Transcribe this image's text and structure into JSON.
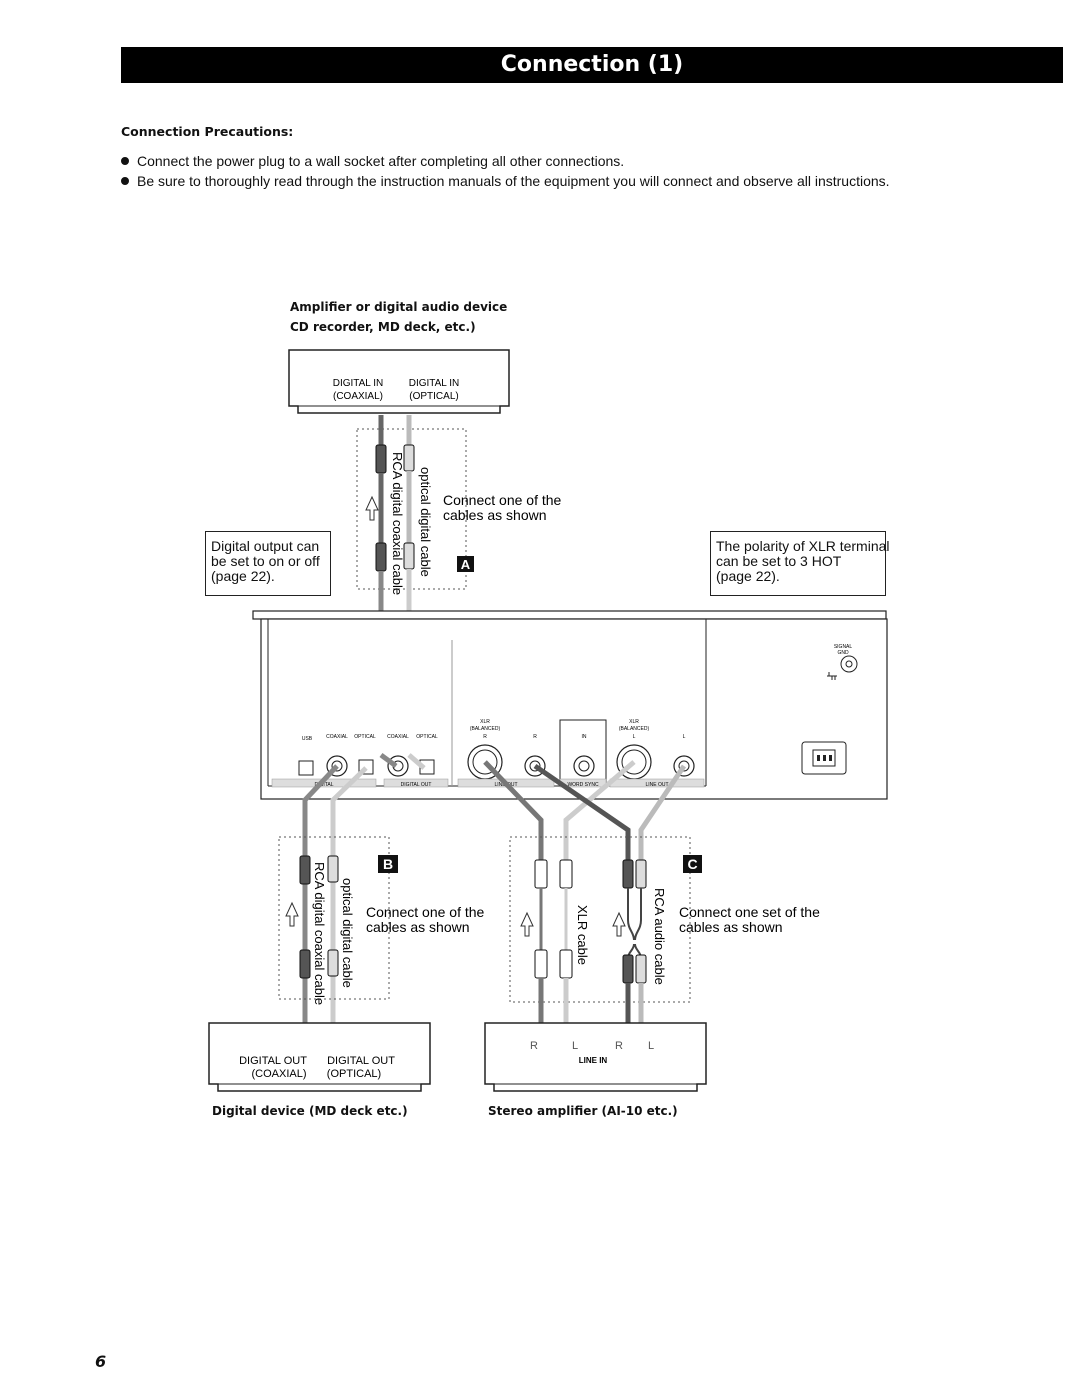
{
  "header": {
    "title": "Connection (1)"
  },
  "precautions": {
    "heading": "Connection Precautions:",
    "items": [
      "Connect the power plug to a wall socket after completing all other connections.",
      "Be sure to thoroughly read through the instruction manuals of the equipment you will connect and observe all instructions."
    ]
  },
  "diagram": {
    "top_device": {
      "title_line1": "Amplifier or digital audio device",
      "title_line2": "CD recorder, MD deck, etc.)",
      "jack1_line1": "DIGITAL IN",
      "jack1_line2": "(COAXIAL)",
      "jack2_line1": "DIGITAL IN",
      "jack2_line2": "(OPTICAL)"
    },
    "cable_a": {
      "coax_label": "RCA digital coaxial cable",
      "optical_label": "optical digital cable",
      "note_line1": "Connect one of the",
      "note_line2": "cables as shown",
      "marker": "A"
    },
    "note_left": {
      "line1": "Digital output can",
      "line2": "be set to on or off",
      "line3": "(page 22)."
    },
    "note_right": {
      "line1": "The polarity of XLR terminal",
      "line2": "can be set to 3 HOT",
      "line3": "(page 22)."
    },
    "rear_panel": {
      "usb": "USB",
      "coaxial": "COAXIAL",
      "optical": "OPTICAL",
      "coaxial2": "COAXIAL",
      "optical2": "OPTICAL",
      "digital_in": "DIGITAL",
      "digital_out": "DIGITAL OUT",
      "xlr_r_line1": "XLR",
      "xlr_r_line2": "(BALANCED)",
      "xlr_l_line1": "XLR",
      "xlr_l_line2": "(BALANCED)",
      "r1": "R",
      "r2": "R",
      "in": "IN",
      "l1": "L",
      "l2": "L",
      "line_out": "LINE OUT",
      "word_sync": "WORD SYNC",
      "line_out2": "LINE OUT",
      "signal_gnd_line1": "SIGNAL",
      "signal_gnd_line2": "GND"
    },
    "cable_b": {
      "coax_label": "RCA digital coaxial cable",
      "optical_label": "optical digital cable",
      "note_line1": "Connect one of the",
      "note_line2": "cables as shown",
      "marker": "B"
    },
    "cable_c": {
      "xlr_label": "XLR cable",
      "rca_label": "RCA audio cable",
      "note_line1": "Connect one set of the",
      "note_line2": "cables as shown",
      "marker": "C"
    },
    "bottom_left_device": {
      "jack1_line1": "DIGITAL OUT",
      "jack1_line2": "(COAXIAL)",
      "jack2_line1": "DIGITAL OUT",
      "jack2_line2": "(OPTICAL)",
      "caption": "Digital device (MD deck etc.)"
    },
    "bottom_right_device": {
      "r1": "R",
      "l1": "L",
      "r2": "R",
      "l2": "L",
      "line_in": "LINE IN",
      "caption": "Stereo amplifier (AI-10 etc.)"
    }
  },
  "page_number": "6"
}
